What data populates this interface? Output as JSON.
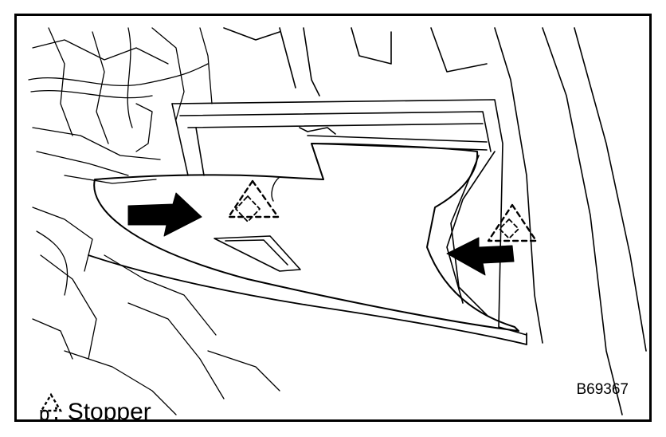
{
  "legend": {
    "prefix": "p",
    "symbol": "stopper-triangle-icon",
    "separator": ":",
    "label": "Stopper"
  },
  "figure_code": "B69367",
  "colors": {
    "ink": "#000000",
    "paper": "#ffffff"
  }
}
